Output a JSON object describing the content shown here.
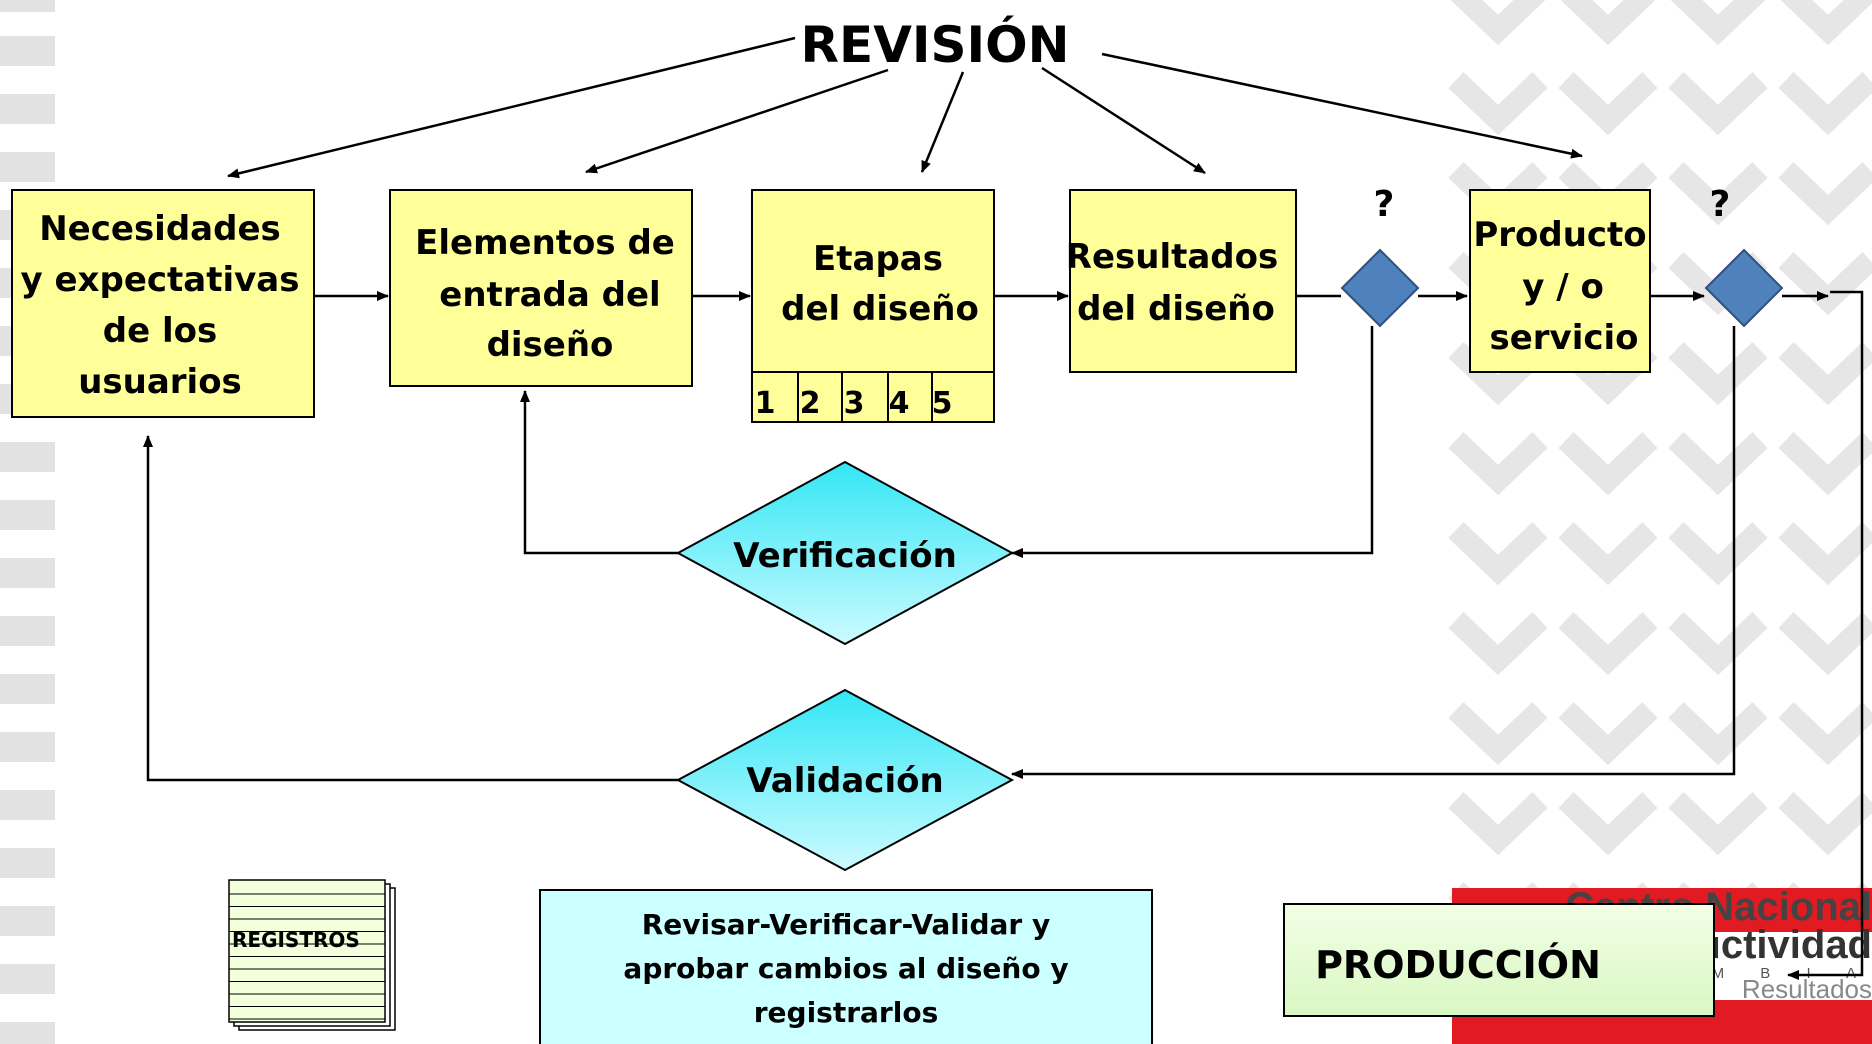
{
  "title": "REVISIÓN",
  "boxes": {
    "needs": [
      "Necesidades",
      "y expectativas",
      "de los",
      "usuarios"
    ],
    "inputs": [
      "Elementos de",
      "entrada del",
      "diseño"
    ],
    "stages": [
      "Etapas",
      "del diseño"
    ],
    "stage_numbers": [
      "1",
      "2",
      "3",
      "4",
      "5"
    ],
    "results": [
      "Resultados",
      "del diseño"
    ],
    "product": [
      "Producto",
      "y / o",
      "servicio"
    ]
  },
  "decision_marks": [
    "?",
    "?"
  ],
  "verification": "Verificación",
  "validation": "Validación",
  "records": "REGISTROS",
  "note": [
    "Revisar-Verificar-Validar y",
    "aprobar cambios al diseño y",
    "registrarlos"
  ],
  "production": "PRODUCCIÓN",
  "logo": {
    "line1": "Centro Nacional",
    "line2": "uctividad",
    "line3": "M B I A",
    "line4": "Resultados"
  },
  "colors": {
    "box_fill": "#ffff99",
    "diamond_fill": "#4f81bd",
    "cyan_top": "#33e6f5",
    "cyan_bottom": "#ccfbff",
    "note_fill": "#ccffff",
    "production_fill": "#e6ffcc",
    "logo_red": "#e21a22"
  }
}
